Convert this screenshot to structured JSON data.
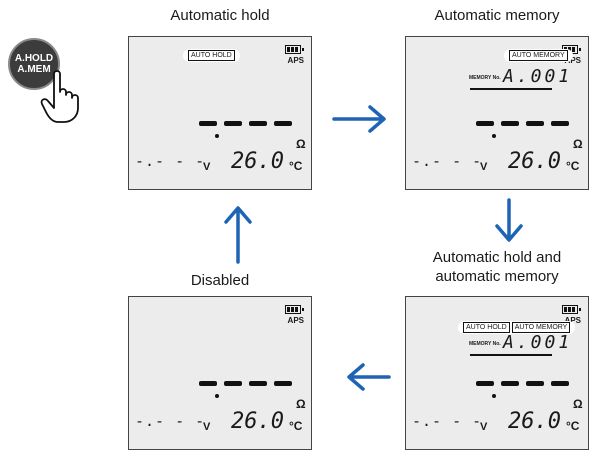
{
  "button": {
    "line1": "A.HOLD",
    "line2": "A.MEM",
    "icon": "hand-press-icon"
  },
  "panels": {
    "auto_hold": {
      "caption": "Automatic hold",
      "pill_tags": [
        "AUTO HOLD"
      ],
      "aps": "APS",
      "ohm": "Ω",
      "v_dashes": "-.- - -",
      "v_unit": "V",
      "temp": "26.0",
      "temp_unit": "°C"
    },
    "auto_memory": {
      "caption": "Automatic memory",
      "pill_tags": [
        "AUTO MEMORY"
      ],
      "memory_label": "MEMORY No.",
      "memory_value": "A.001",
      "aps": "APS",
      "ohm": "Ω",
      "v_dashes": "-.- - -",
      "v_unit": "V",
      "temp": "26.0",
      "temp_unit": "°C"
    },
    "auto_hold_memory": {
      "caption_line1": "Automatic hold and",
      "caption_line2": "automatic memory",
      "pill_tags": [
        "AUTO HOLD",
        "AUTO MEMORY"
      ],
      "memory_label": "MEMORY No.",
      "memory_value": "A.001",
      "aps": "APS",
      "ohm": "Ω",
      "v_dashes": "-.- - -",
      "v_unit": "V",
      "temp": "26.0",
      "temp_unit": "°C"
    },
    "disabled": {
      "caption": "Disabled",
      "aps": "APS",
      "ohm": "Ω",
      "v_dashes": "-.- - -",
      "v_unit": "V",
      "temp": "26.0",
      "temp_unit": "°C"
    }
  },
  "colors": {
    "arrow": "#1e64b4",
    "lcd_bg": "#ececec",
    "button_bg": "#3c3c3c"
  }
}
